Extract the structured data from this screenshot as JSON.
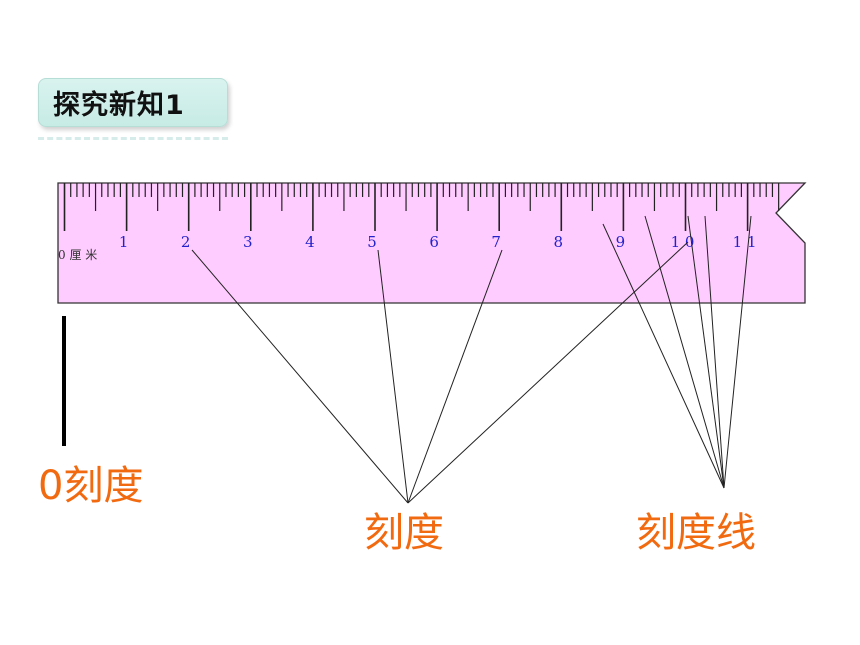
{
  "title": "探究新知1",
  "ruler": {
    "zero_label": "0 厘 米",
    "numbers": [
      "1",
      "2",
      "3",
      "4",
      "5",
      "6",
      "7",
      "8",
      "9",
      "1 0",
      "1 1"
    ],
    "fill_color": "#ffccff",
    "number_color": "#2222cc"
  },
  "labels": {
    "zero_mark": "0刻度",
    "scale": "刻度",
    "scale_lines": "刻度线"
  },
  "accent_color": "#f26a10"
}
